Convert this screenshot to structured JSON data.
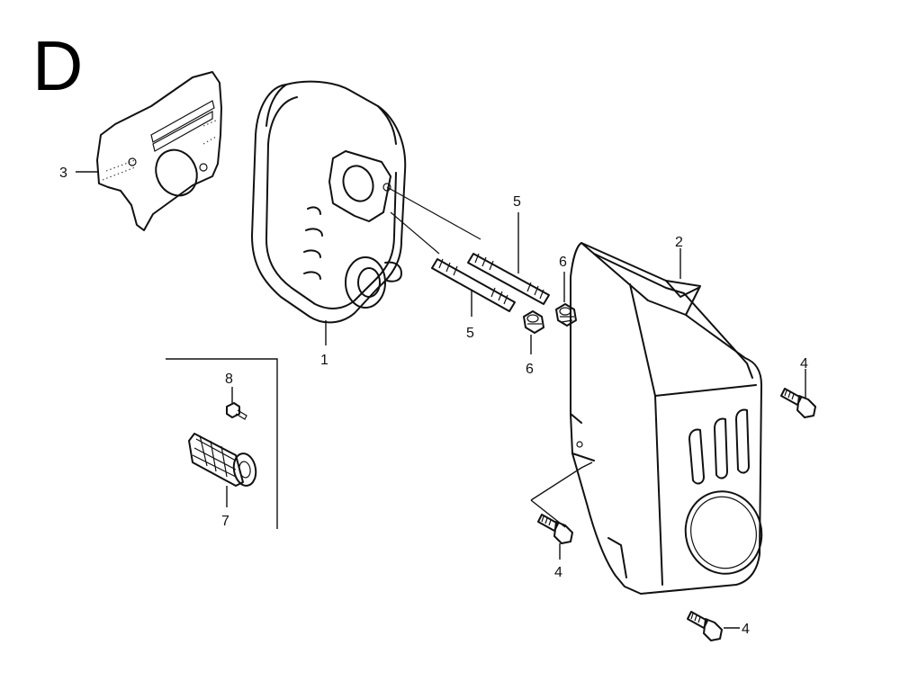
{
  "diagram": {
    "section_letter": "D",
    "callouts": {
      "muffler": "1",
      "muffler_protector": "2",
      "heat_shield": "3",
      "bolt_right": "4",
      "bolt_lower": "4",
      "bolt_bottom": "4",
      "stud_upper": "5",
      "stud_lower": "5",
      "nut_upper": "6",
      "nut_lower": "6",
      "spark_arrester": "7",
      "screw": "8"
    }
  }
}
